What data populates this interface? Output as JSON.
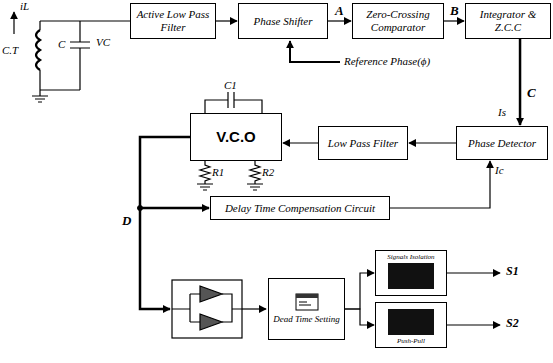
{
  "diagram": {
    "nodes": [
      {
        "text": [
          "Active Low Pass Filter"
        ]
      },
      {
        "text": [
          "Phase Shifter"
        ]
      },
      {
        "text": [
          "Zero-Crossing Comparator"
        ]
      },
      {
        "text": [
          "Integrator & Z.C.C"
        ]
      },
      {
        "text": [
          "Phase Detector"
        ]
      },
      {
        "text": [
          "Low Pass Filter"
        ]
      },
      {
        "text": [
          "V.C.O"
        ]
      },
      {
        "text": [
          "Delay Time Compensation Circuit"
        ]
      },
      {
        "text": [
          "Dead Time Setting"
        ]
      },
      {
        "text": [
          "Signals Isolation"
        ]
      },
      {
        "text": [
          "Push-Pull"
        ]
      }
    ],
    "edges": [
      {
        "from": 0,
        "to": 1,
        "arrow": "to"
      },
      {
        "from": 1,
        "to": 2,
        "arrow": "to",
        "label": "A"
      },
      {
        "from": 2,
        "to": 3,
        "arrow": "to",
        "label": "B"
      },
      {
        "from": 3,
        "to": 4,
        "arrow": "to",
        "label": "C"
      },
      {
        "from": 4,
        "to": 5,
        "arrow": "to"
      },
      {
        "from": 5,
        "to": 6,
        "arrow": "to"
      },
      {
        "from": 6,
        "to": 7,
        "arrow": "to"
      },
      {
        "from": 7,
        "to": 4,
        "arrow": "to"
      },
      {
        "from": 8,
        "to": 9,
        "arrow": "to"
      },
      {
        "from": 8,
        "to": 10,
        "arrow": "to"
      }
    ],
    "labels": [
      "iL",
      "C.T",
      "C",
      "VC",
      "Reference Phase(ϕ)",
      "Is",
      "Ic",
      "C1",
      "R1",
      "R2",
      "D",
      "S1",
      "S2"
    ]
  }
}
